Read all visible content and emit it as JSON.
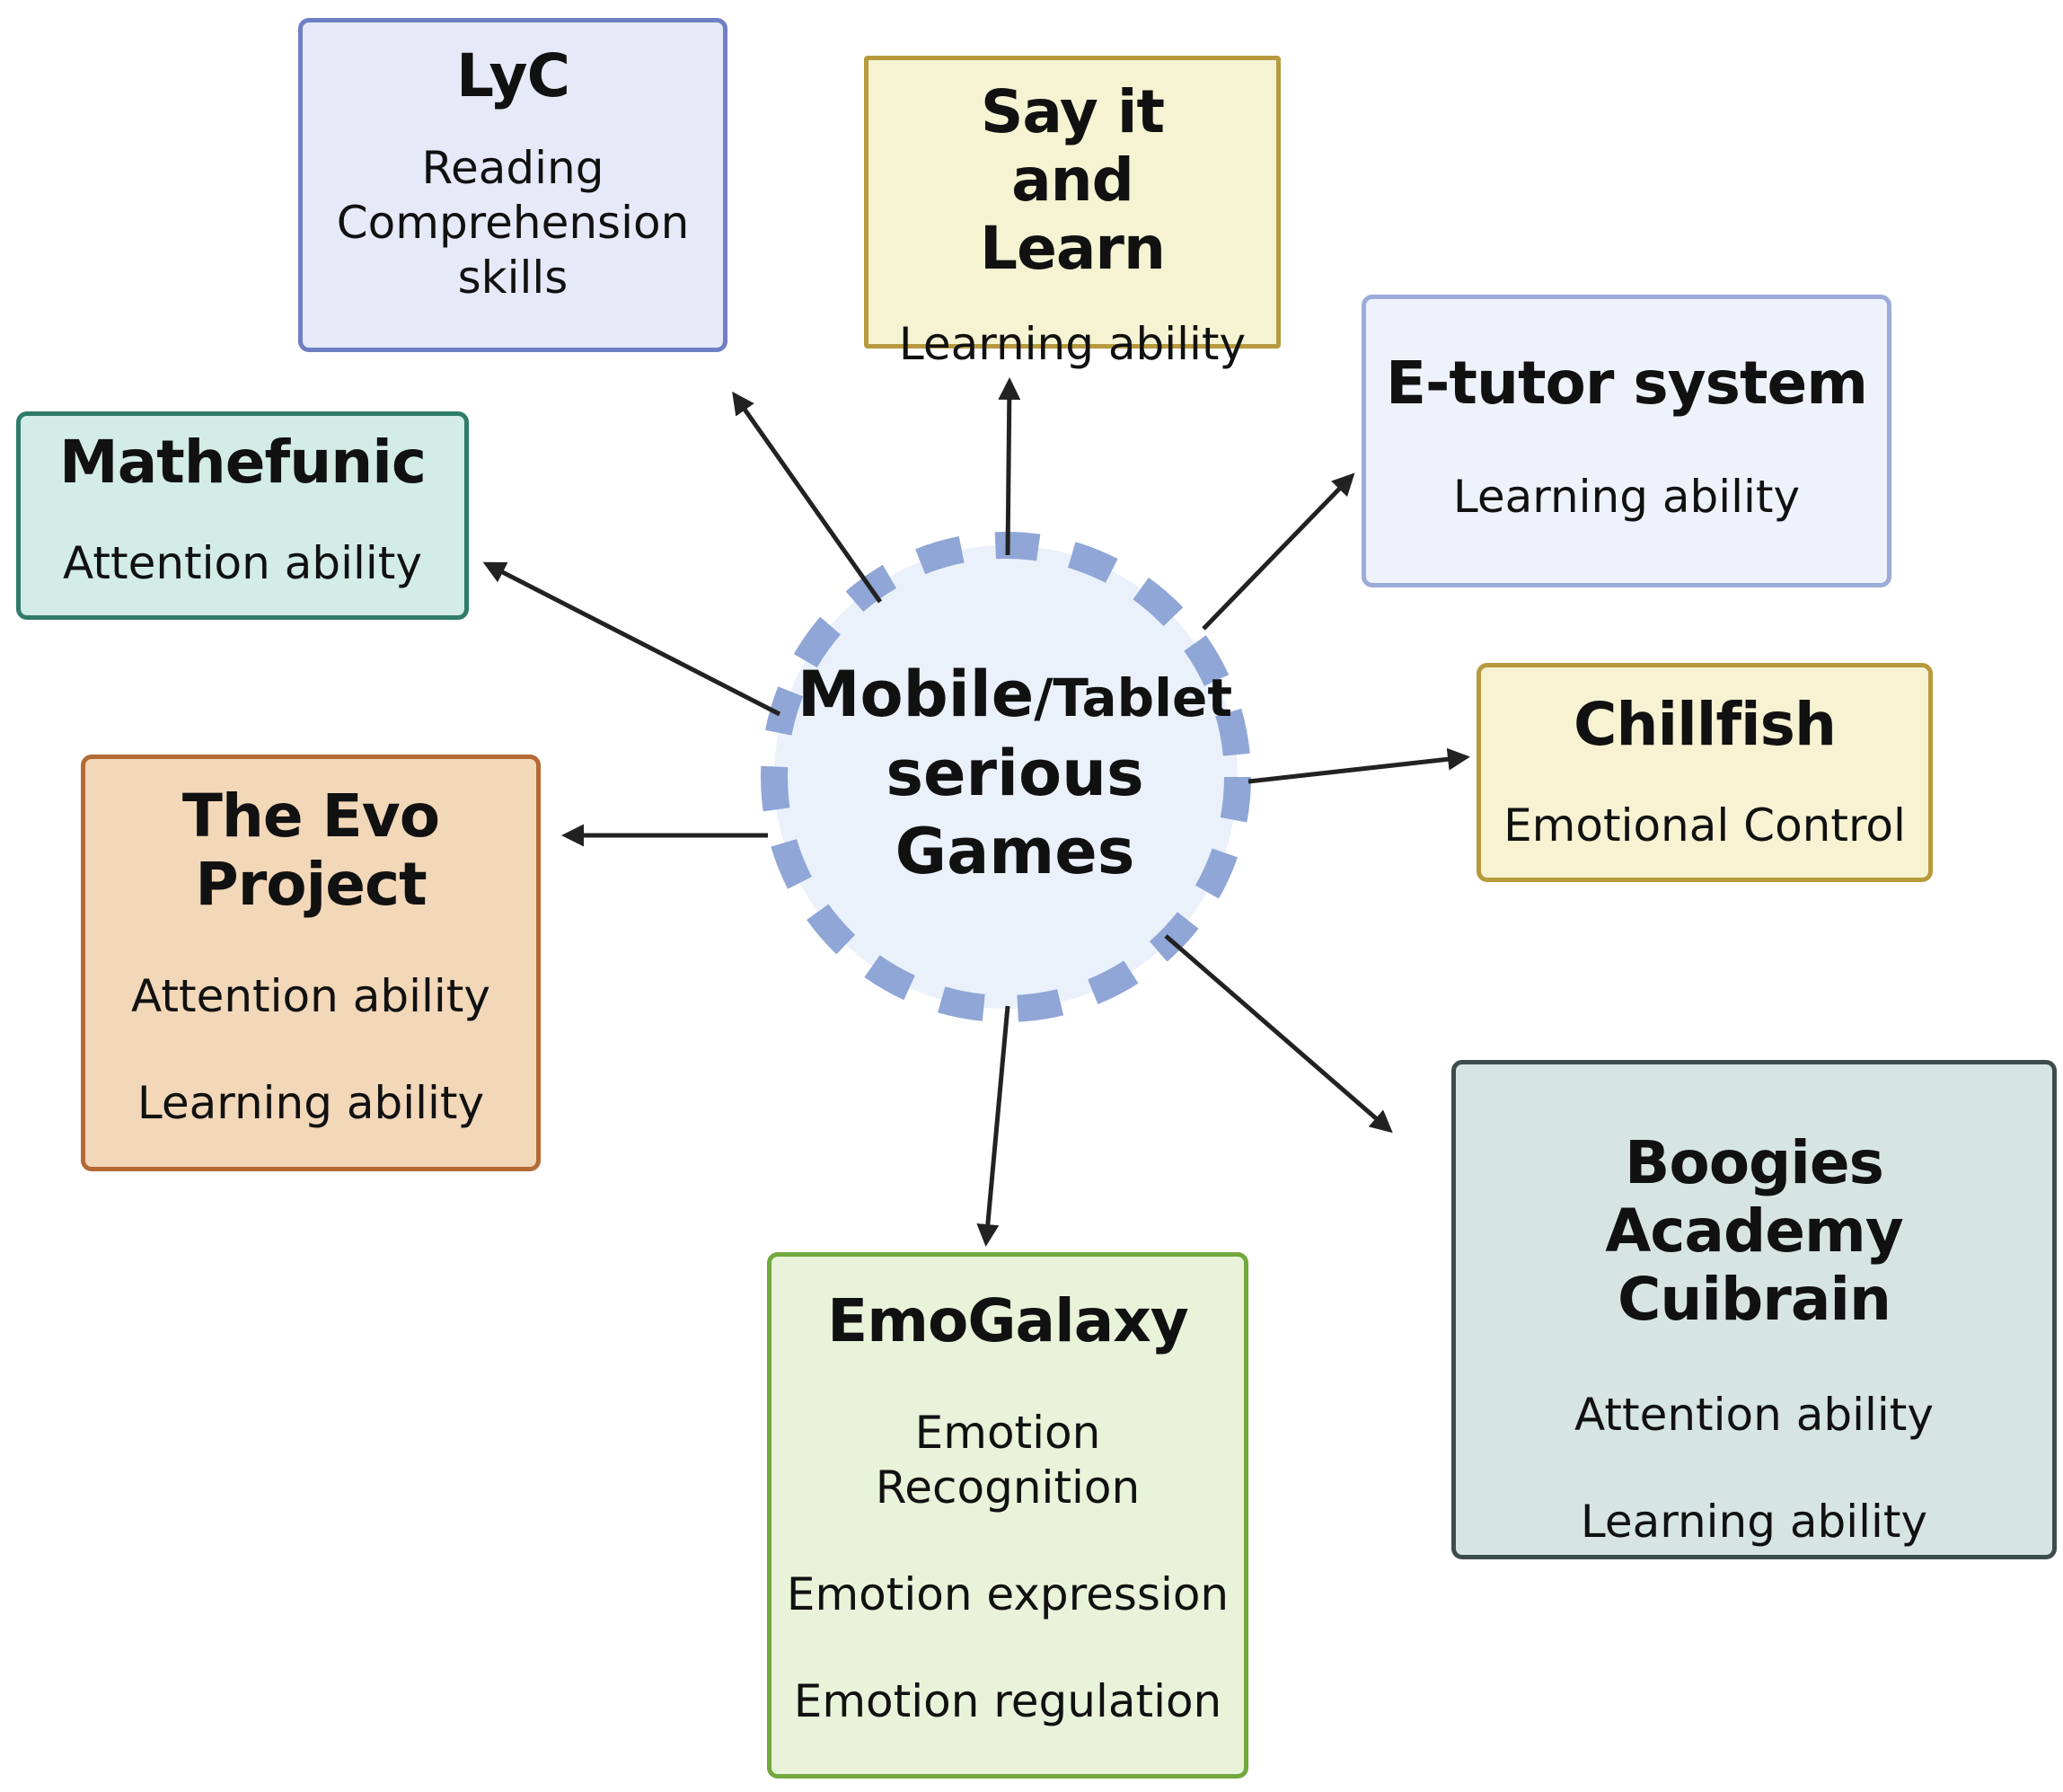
{
  "center": {
    "line1_a": "Mobile",
    "line1_b": "/Tablet",
    "line2": "serious",
    "line3": "Games"
  },
  "colors": {
    "center_fill": "#eaf1fb",
    "center_dash": "#8fa6d6",
    "arrow": "#222222"
  },
  "nodes": [
    {
      "id": "lyc",
      "title": "LyC",
      "lines": [
        "Reading",
        "Comprehension",
        "skills"
      ],
      "fill": "#e6e9f8",
      "border": "#6f7fc4"
    },
    {
      "id": "say-it-and-learn",
      "title": "Say it and Learn",
      "lines": [
        "Learning ability"
      ],
      "fill": "#f6f3d3",
      "border": "#b79a3f"
    },
    {
      "id": "e-tutor-system",
      "title": "E-tutor system",
      "lines": [
        "Learning ability"
      ],
      "fill": "#eef2fb",
      "border": "#9cabd8"
    },
    {
      "id": "chillfish",
      "title": "Chillfish",
      "lines": [
        "Emotional Control"
      ],
      "fill": "#f6f2d2",
      "border": "#b89a3c"
    },
    {
      "id": "boogies-academy",
      "title": "Boogies Academy Cuibrain",
      "lines": [
        "Attention ability",
        "Learning ability"
      ],
      "fill": "#d6e5e2",
      "border": "#3d4d4c"
    },
    {
      "id": "emogalaxy",
      "title": "EmoGalaxy",
      "lines": [
        "Emotion Recognition",
        "Emotion expression",
        "Emotion regulation"
      ],
      "fill": "#e8f3d9",
      "border": "#73a83e"
    },
    {
      "id": "the-evo-project",
      "title": "The Evo Project",
      "lines": [
        "Attention ability",
        "Learning ability"
      ],
      "fill": "#f2d7b8",
      "border": "#b36a35"
    },
    {
      "id": "mathefunic",
      "title": "Mathefunic",
      "lines": [
        "Attention ability"
      ],
      "fill": "#d3ece6",
      "border": "#2f7c6a"
    }
  ]
}
